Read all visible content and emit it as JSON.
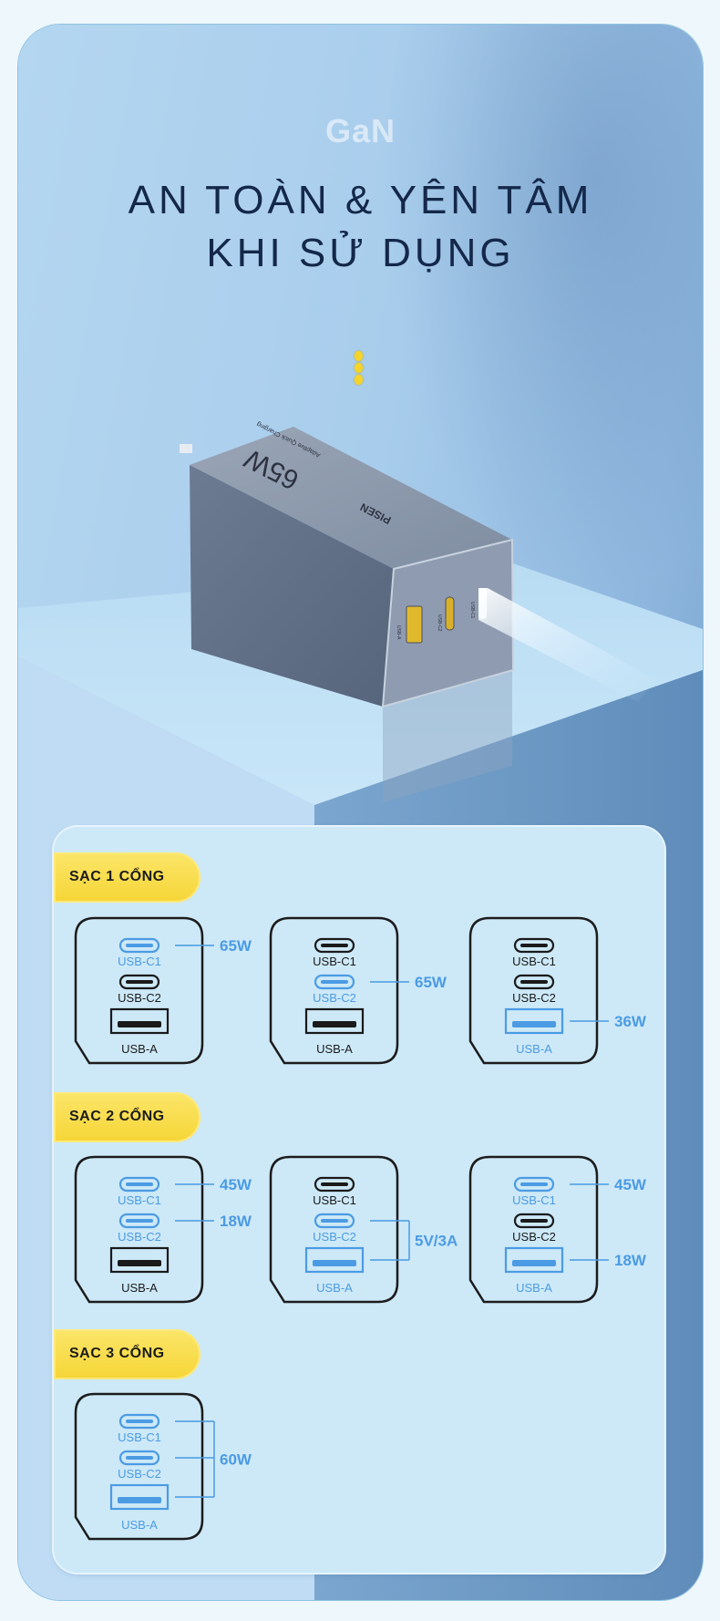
{
  "header": {
    "logo_text": "GaN",
    "title_line1": "AN TOÀN & YÊN TÂM",
    "title_line2": "KHI SỬ DỤNG"
  },
  "product": {
    "brand": "PISEN",
    "wattage": "65W",
    "tagline": "Adaptive Quick Charging",
    "port_labels": [
      "USB-A",
      "USB-C2",
      "USB-C1"
    ]
  },
  "colors": {
    "active": "#4a9be3",
    "inactive": "#1a1a1a",
    "badge": "#f8dc46",
    "panel": "#cde8f7"
  },
  "port_names": {
    "c1": "USB-C1",
    "c2": "USB-C2",
    "a": "USB-A"
  },
  "sections": [
    {
      "label": "SẠC 1 CỔNG",
      "devices": [
        {
          "active": [
            "c1"
          ],
          "outputs": [
            {
              "text": "65W",
              "ports": [
                "c1"
              ]
            }
          ]
        },
        {
          "active": [
            "c2"
          ],
          "outputs": [
            {
              "text": "65W",
              "ports": [
                "c2"
              ]
            }
          ]
        },
        {
          "active": [
            "a"
          ],
          "outputs": [
            {
              "text": "36W",
              "ports": [
                "a"
              ]
            }
          ]
        }
      ]
    },
    {
      "label": "SẠC 2 CỔNG",
      "devices": [
        {
          "active": [
            "c1",
            "c2"
          ],
          "outputs": [
            {
              "text": "45W",
              "ports": [
                "c1"
              ]
            },
            {
              "text": "18W",
              "ports": [
                "c2"
              ]
            }
          ]
        },
        {
          "active": [
            "c2",
            "a"
          ],
          "outputs": [
            {
              "text": "5V/3A",
              "ports": [
                "c2",
                "a"
              ]
            }
          ]
        },
        {
          "active": [
            "c1",
            "a"
          ],
          "outputs": [
            {
              "text": "45W",
              "ports": [
                "c1"
              ]
            },
            {
              "text": "18W",
              "ports": [
                "a"
              ]
            }
          ]
        }
      ]
    },
    {
      "label": "SẠC 3 CỔNG",
      "devices": [
        {
          "active": [
            "c1",
            "c2",
            "a"
          ],
          "outputs": [
            {
              "text": "60W",
              "ports": [
                "c1",
                "c2",
                "a"
              ]
            }
          ]
        }
      ]
    }
  ]
}
